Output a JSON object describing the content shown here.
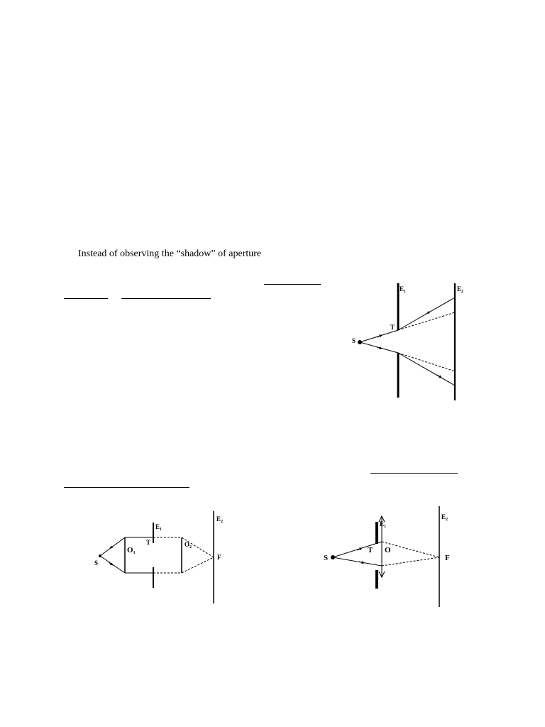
{
  "paragraph": {
    "intro_text": "Instead of observing the “shadow” of aperture"
  },
  "figure_top": {
    "labels": {
      "screen1": "E",
      "screen1_sub": "1",
      "screen2": "E",
      "screen2_sub": "2",
      "aperture": "T",
      "source": "S"
    }
  },
  "figure_left": {
    "labels": {
      "screen1": "E",
      "screen1_sub": "1",
      "screen2": "E",
      "screen2_sub": "2",
      "aperture": "T",
      "source": "S",
      "lens1": "O",
      "lens1_sub": "1",
      "lens2": "O",
      "lens2_sub": "2",
      "focus": "F"
    }
  },
  "figure_right": {
    "labels": {
      "screen1": "E",
      "screen1_sub": "1",
      "screen2": "E",
      "screen2_sub": "2",
      "aperture": "T",
      "source": "S",
      "lens": "O",
      "focus": "F"
    }
  }
}
